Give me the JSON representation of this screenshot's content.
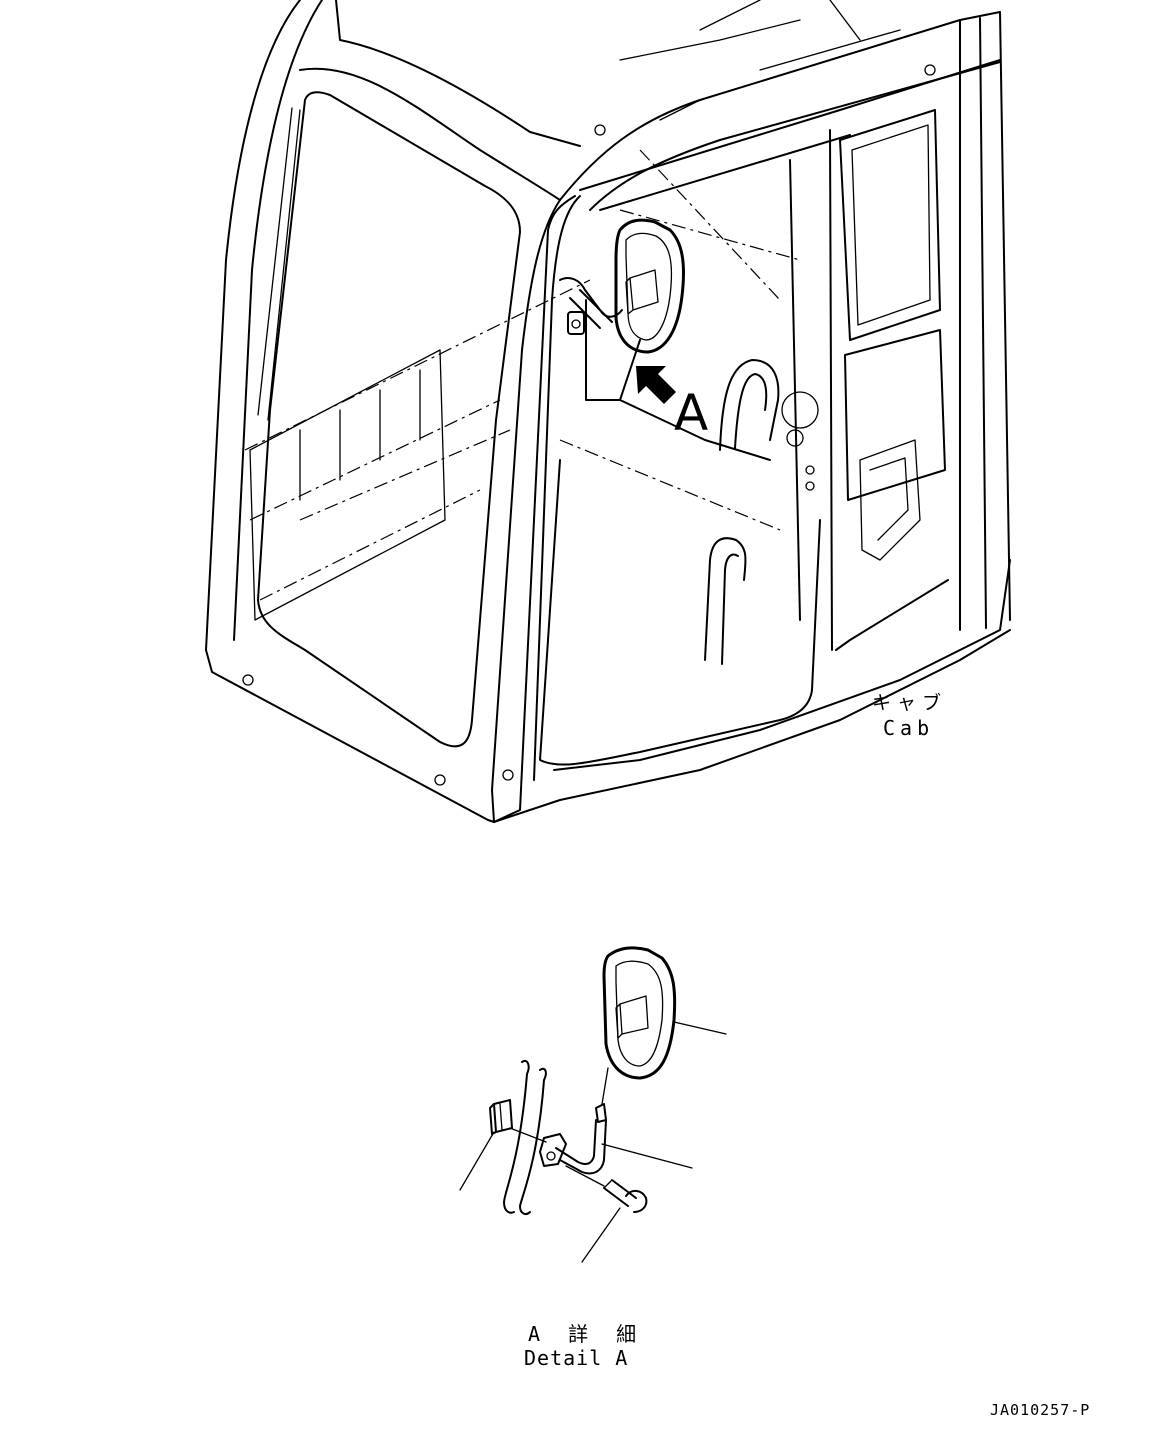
{
  "labels": {
    "cab_jp": "キャブ",
    "cab_en": "Cab",
    "callout_letter": "A",
    "detail_jp": "A 詳 細",
    "detail_en": "Detail A",
    "drawing_number": "JA010257-P"
  },
  "icons": {
    "view_arrow": "arrow-up-left-icon"
  }
}
